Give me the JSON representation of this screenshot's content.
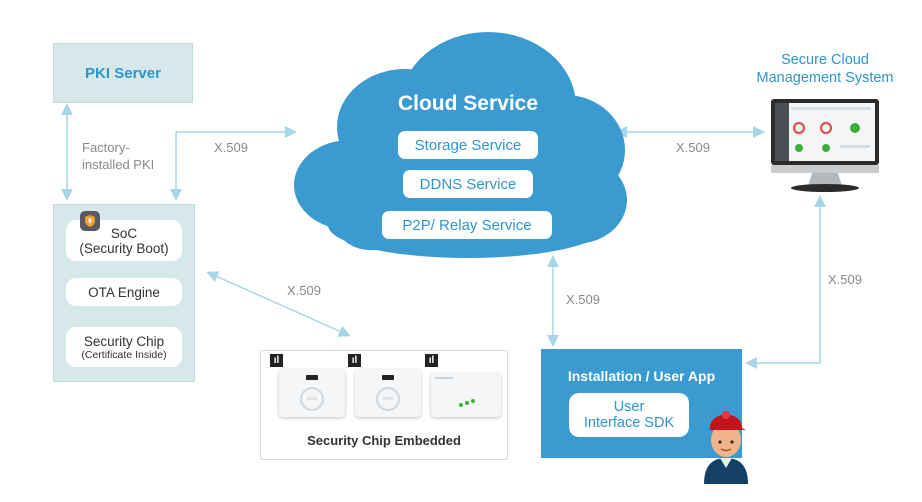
{
  "pki_server": {
    "title": "PKI Server",
    "factory_line1": "Factory-",
    "factory_line2": "installed PKI"
  },
  "device": {
    "soc_line1": "SoC",
    "soc_line2": "(Security Boot)",
    "ota": "OTA  Engine",
    "chip_line1": "Security Chip",
    "chip_line2": "(Certificate Inside)",
    "shield_icon": "shield-icon"
  },
  "cloud": {
    "title": "Cloud Service",
    "services": [
      "Storage Service",
      "DDNS Service",
      "P2P/ Relay Service"
    ]
  },
  "management": {
    "title_line1": "Secure Cloud",
    "title_line2": "Management System",
    "monitor_icon": "monitor-icon"
  },
  "chip_embedded": {
    "title": "Security Chip Embedded",
    "badge_icon": "chip-badge-icon"
  },
  "app": {
    "title": "Installation / User App",
    "sdk_line1": "User",
    "sdk_line2": "Interface  SDK",
    "avatar_icon": "user-avatar-icon"
  },
  "links": {
    "pki_to_cloud": "X.509",
    "cloud_to_management": "X.509",
    "device_to_chips": "X.509",
    "cloud_to_app": "X.509",
    "management_to_app": "X.509"
  },
  "colors": {
    "accent": "#2e96cc",
    "cloud": "#3b9bd0",
    "panel": "#d6e8ea",
    "arrow": "#a9d6e6"
  }
}
